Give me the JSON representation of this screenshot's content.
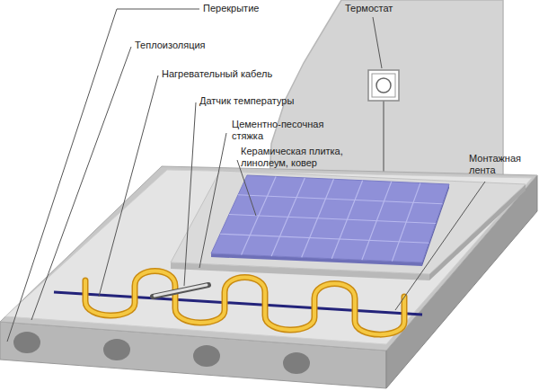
{
  "diagram": {
    "labels": [
      "Перекрытие",
      "Теплоизоляция",
      "Нагревательный кабель",
      "Датчик температуры",
      "Цементно-песочная стяжка",
      "Керамическая плитка, линолеум, ковер",
      "Термостат",
      "Монтажная лента"
    ]
  }
}
